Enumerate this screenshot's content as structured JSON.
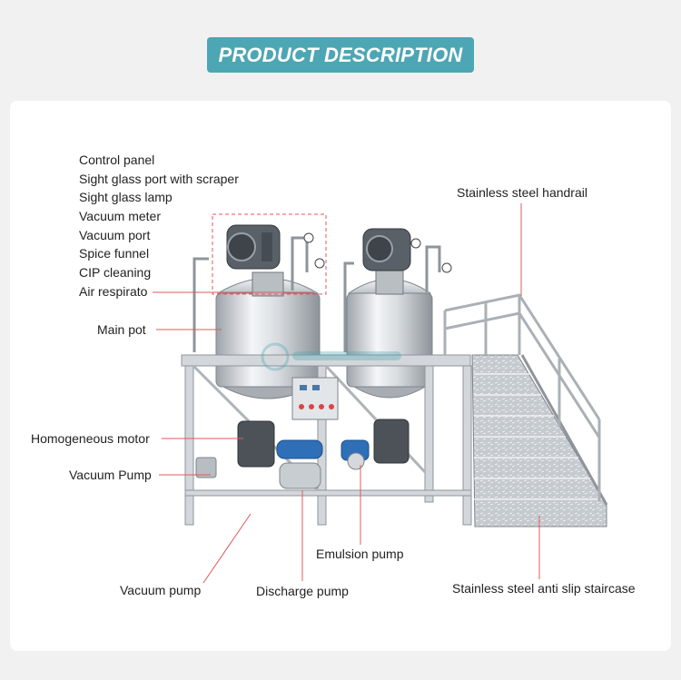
{
  "header": {
    "title": "PRODUCT DESCRIPTION"
  },
  "colors": {
    "banner": "#4da6b3",
    "leader_line": "#e05a5a",
    "steel": "#c9ced3"
  },
  "watermark_icon": "company-logo-watermark",
  "labels": {
    "control_panel": "Control panel",
    "sight_glass_port": "Sight glass port with scraper",
    "sight_glass_lamp": "Sight glass lamp",
    "vacuum_meter": "Vacuum meter",
    "vacuum_port": "Vacuum port",
    "spice_funnel": "Spice funnel",
    "cip_cleaning": "CIP cleaning",
    "air_respirato": "Air respirato",
    "main_pot": "Main pot",
    "homogeneous_motor": "Homogeneous motor",
    "vacuum_pump_left": "Vacuum Pump",
    "handrail": "Stainless steel handrail",
    "emulsion_pump": "Emulsion pump",
    "vacuum_pump_bottom": "Vacuum pump",
    "discharge_pump": "Discharge pump",
    "staircase": "Stainless steel anti slip staircase"
  }
}
